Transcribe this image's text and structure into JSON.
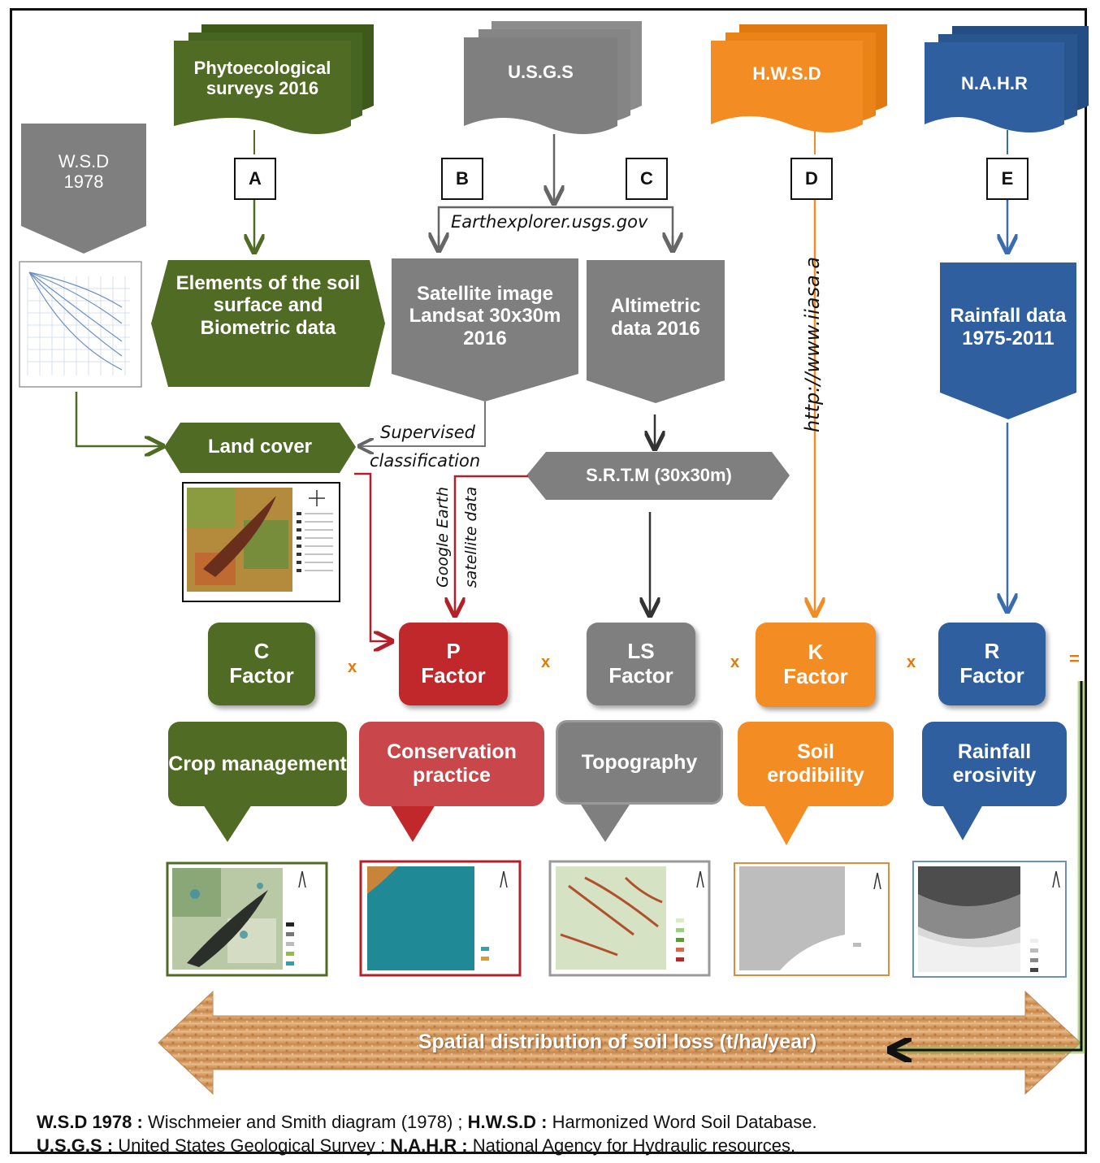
{
  "sources": {
    "phyto": "Phytoecological surveys 2016",
    "usgs": "U.S.G.S",
    "hwsd": "H.W.S.D",
    "nahr": "N.A.H.R",
    "wsd": "W.S.D 1978"
  },
  "letters": [
    "A",
    "B",
    "C",
    "D",
    "E"
  ],
  "links": {
    "earthexplorer": "Earthexplorer.usgs.gov",
    "iiasa": "http://www.iiasa.a",
    "supervised": "Supervised",
    "classification": "classification",
    "google_earth": "Google Earth",
    "satellite_data": "satellite data"
  },
  "data_boxes": {
    "elements": "Elements of the soil surface and Biometric data",
    "satellite": "Satellite image Landsat 30x30m 2016",
    "altimetric": "Altimetric data 2016",
    "rainfall": "Rainfall data 1975-2011",
    "land_cover": "Land cover",
    "srtm": "S.R.T.M (30x30m)"
  },
  "factors": [
    {
      "letter": "C",
      "word": "Factor",
      "desc": "Crop management"
    },
    {
      "letter": "P",
      "word": "Factor",
      "desc": "Conservation practice"
    },
    {
      "letter": "LS",
      "word": "Factor",
      "desc": "Topography"
    },
    {
      "letter": "K",
      "word": "Factor",
      "desc": "Soil erodibility"
    },
    {
      "letter": "R",
      "word": "Factor",
      "desc": "Rainfall erosivity"
    }
  ],
  "operators": {
    "times": "x",
    "equals": "="
  },
  "result": "Spatial distribution of soil loss (t/ha/year)",
  "footnote": {
    "line1_a_abbr": "W.S.D 1978 :",
    "line1_a_text": " Wischmeier and Smith diagram (1978) ; ",
    "line1_b_abbr": "H.W.S.D :",
    "line1_b_text": " Harmonized Word Soil Database.",
    "line2_a_abbr": "U.S.G.S :",
    "line2_a_text": " United States Geological Survey ; ",
    "line2_b_abbr": "N.A.H.R :",
    "line2_b_text": " National Agency for Hydraulic resources."
  },
  "colors": {
    "green": "#4f6b24",
    "gray": "#7f7f7f",
    "orange": "#f28c23",
    "blue": "#2f5f9e",
    "red": "#c0282c"
  }
}
